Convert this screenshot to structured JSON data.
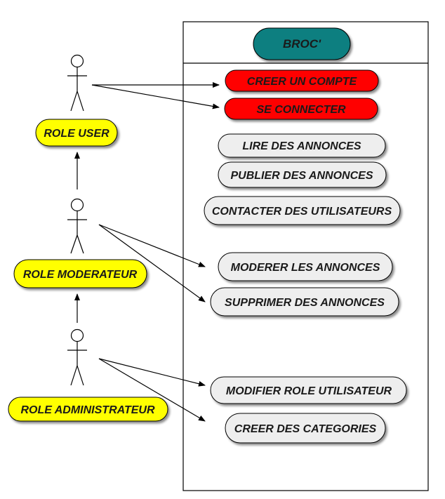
{
  "system": {
    "title": "BROC'",
    "colors": {
      "title_fill": "#0e7f80",
      "border": "#000000"
    }
  },
  "roles": {
    "user": {
      "label": "ROLE USER"
    },
    "moderator": {
      "label": "ROLE MODERATEUR"
    },
    "admin": {
      "label": "ROLE ADMINISTRATEUR"
    },
    "colors": {
      "fill": "#ffff00"
    }
  },
  "use_cases": {
    "create_account": "CREER UN COMPTE",
    "login": "SE CONNECTER",
    "read_ads": "LIRE DES ANNONCES",
    "publish_ads": "PUBLIER DES ANNONCES",
    "contact_users": "CONTACTER DES UTILISATEURS",
    "moderate_ads": "MODERER LES ANNONCES",
    "delete_ads": "SUPPRIMER DES ANNONCES",
    "modify_user_role": "MODIFIER ROLE UTILISATEUR",
    "create_categories": "CREER DES CATEGORIES",
    "colors": {
      "highlight": "#ff0000",
      "default": "#eeeeee"
    }
  }
}
